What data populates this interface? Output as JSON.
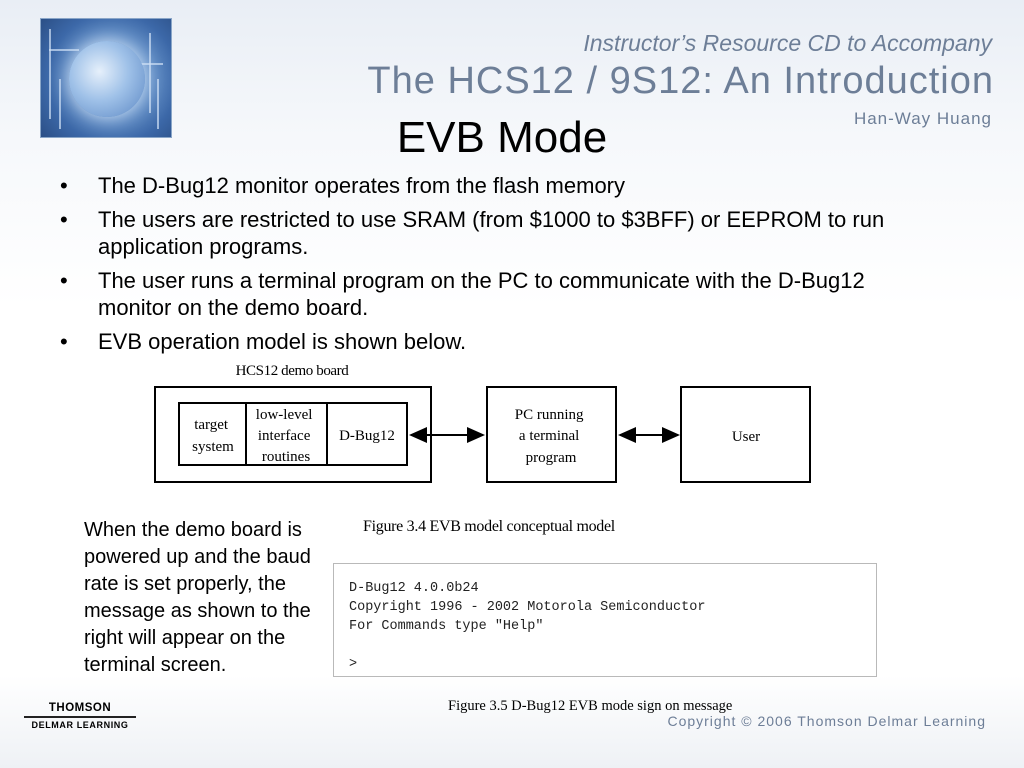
{
  "header": {
    "subtitle": "Instructor’s Resource CD to Accompany",
    "book_title": "The HCS12 / 9S12: An Introduction",
    "author": "Han-Way Huang"
  },
  "slide": {
    "title": "EVB Mode",
    "bullets": [
      "The D-Bug12 monitor operates from the flash memory",
      "The users are restricted to use SRAM (from $1000 to $3BFF) or EEPROM to run application programs.",
      "The user runs a terminal program on the PC to communicate with the D-Bug12 monitor on the demo board.",
      "EVB operation model is shown below."
    ]
  },
  "diagram": {
    "board_label": "HCS12 demo board",
    "target": [
      "target",
      "system"
    ],
    "routines": [
      "low-level",
      "interface",
      "routines"
    ],
    "dbug": "D-Bug12",
    "pc": [
      "PC running",
      "a terminal",
      "program"
    ],
    "user": "User",
    "caption": "Figure 3.4 EVB model conceptual model"
  },
  "side_note": "When the demo board is powered up and the baud rate is set properly, the message as shown to the right will appear on the terminal screen.",
  "terminal": {
    "lines": [
      "D-Bug12 4.0.0b24",
      "Copyright 1996 - 2002 Motorola Semiconductor",
      "For Commands type \"Help\""
    ],
    "prompt": ">",
    "caption": "Figure 3.5 D-Bug12 EVB mode sign on message"
  },
  "footer": {
    "publisher_name": "THOMSON",
    "publisher_sub": "DELMAR LEARNING",
    "copyright": "Copyright © 2006 Thomson Delmar Learning"
  }
}
